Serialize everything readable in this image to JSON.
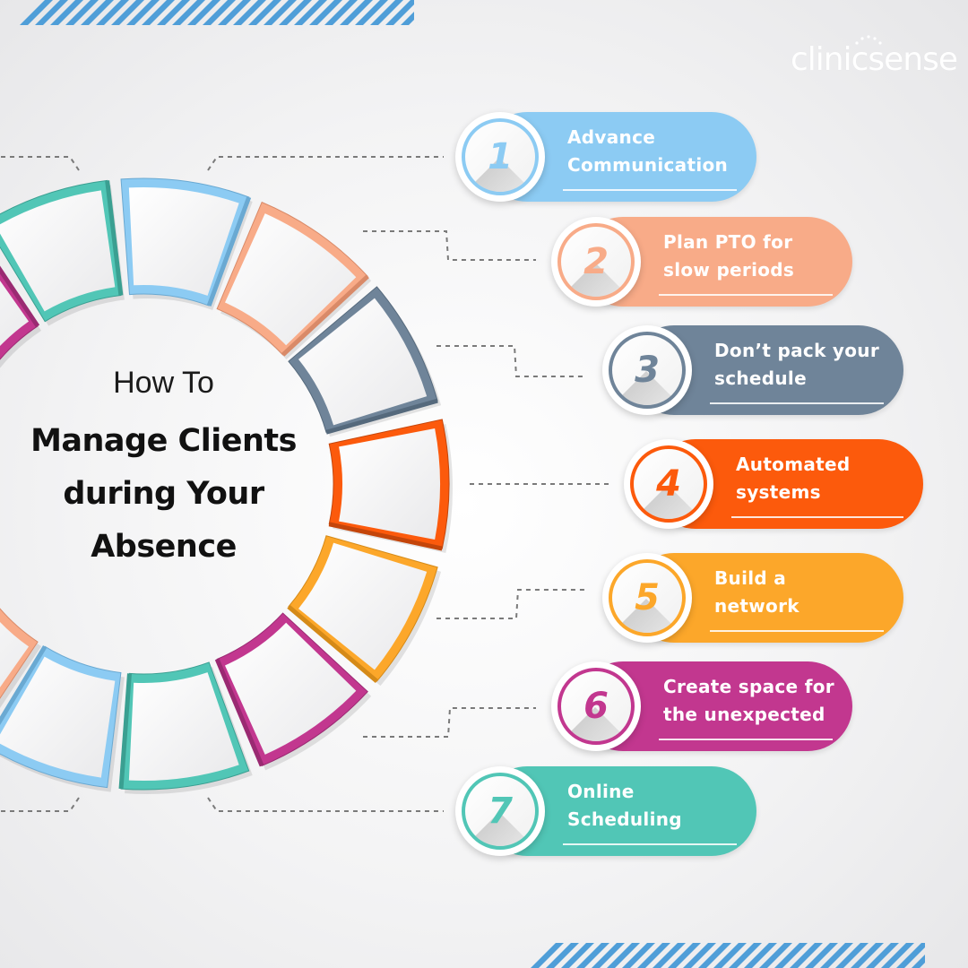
{
  "brand": {
    "logo_text": "clinicsense"
  },
  "title": {
    "small": "How To",
    "big": "Manage Clients\nduring  Your\nAbsence"
  },
  "colors": {
    "blue": "#8ccbf3",
    "salmon": "#f8ab88",
    "slate": "#6f8499",
    "orange": "#fc5a0c",
    "amber": "#fca72a",
    "magenta": "#c2378f",
    "teal": "#51c6b6",
    "stripe": "#4f9ed8"
  },
  "steps": [
    {
      "number": "1",
      "text": "Advance\nCommunication",
      "color": "#8ccbf3",
      "dark": "#6aa9d2",
      "icon": "number-1-badge"
    },
    {
      "number": "2",
      "text": "Plan PTO for\nslow periods",
      "color": "#f8ab88",
      "dark": "#d98a68",
      "icon": "number-2-badge"
    },
    {
      "number": "3",
      "text": "Don’t pack your\nschedule",
      "color": "#6f8499",
      "dark": "#55697c",
      "icon": "number-3-badge"
    },
    {
      "number": "4",
      "text": "Automated\nsystems",
      "color": "#fc5a0c",
      "dark": "#c4450a",
      "icon": "number-4-badge"
    },
    {
      "number": "5",
      "text": "Build a\nnetwork",
      "color": "#fca72a",
      "dark": "#d58a18",
      "icon": "number-5-badge"
    },
    {
      "number": "6",
      "text": "Create space for\nthe unexpected",
      "color": "#c2378f",
      "dark": "#9a2a72",
      "icon": "number-6-badge"
    },
    {
      "number": "7",
      "text": "Online\nScheduling",
      "color": "#51c6b6",
      "dark": "#3a9f91",
      "icon": "number-7-badge"
    }
  ]
}
